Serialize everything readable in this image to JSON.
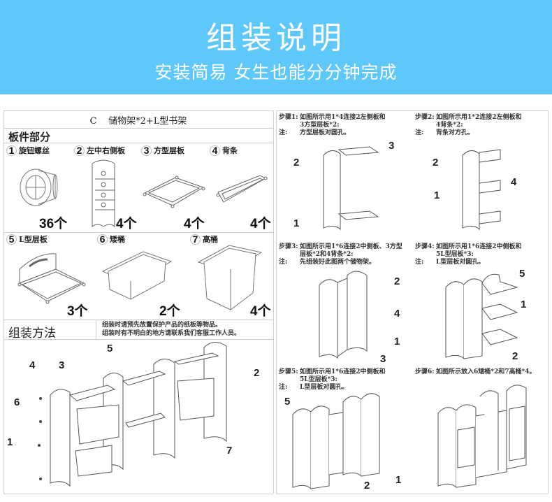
{
  "banner": {
    "title": "组装说明",
    "subtitle": "安装简易 女生也能分分钟完成",
    "background_color": "#5fc8fb"
  },
  "parts_table": {
    "title": "C    储物架*2+L型书架",
    "section_parts": "板件部分",
    "parts": [
      {
        "num": "1",
        "name": "旋钮螺丝",
        "qty": "36个",
        "icon": "knob-screw-icon"
      },
      {
        "num": "2",
        "name": "左中右侧板",
        "qty": "4个",
        "icon": "side-panel-icon"
      },
      {
        "num": "3",
        "name": "方型层板",
        "qty": "4个",
        "icon": "square-shelf-icon"
      },
      {
        "num": "4",
        "name": "背条",
        "qty": "4个",
        "icon": "back-strip-icon"
      },
      {
        "num": "5",
        "name": "L型层板",
        "qty": "3个",
        "icon": "l-shelf-icon"
      },
      {
        "num": "6",
        "name": "矮桶",
        "qty": "2个",
        "icon": "short-bin-icon"
      },
      {
        "num": "7",
        "name": "高桶",
        "qty": "4个",
        "icon": "tall-bin-icon"
      }
    ],
    "section_method": "组装方法",
    "method_notes": [
      "组装时请预先放置保护产品的纸板等物品。",
      "组装时有不明白的地方请联系我们客服工作人员。"
    ],
    "exploded_callouts": [
      "1",
      "2",
      "3",
      "4",
      "5",
      "6",
      "7"
    ]
  },
  "steps": [
    {
      "label": "步骤1:",
      "lines": [
        "如图所示用1*4连接2左侧板和",
        "3方型层板*2:"
      ],
      "note_label": "注:",
      "note": "方型层板对圆孔。",
      "callouts": [
        "2",
        "3",
        "1"
      ]
    },
    {
      "label": "步骤2:",
      "lines": [
        "如图所示用1*2连接2左侧板和",
        "4背条*2:"
      ],
      "note_label": "注:",
      "note": "背条对方孔。",
      "callouts": [
        "2",
        "4",
        "1"
      ]
    },
    {
      "label": "步骤3:",
      "lines": [
        "如图所示用1*6连接2中侧板、3方型",
        "层板*2和4背条*2:"
      ],
      "note_label": "注:",
      "note": "先组装好此图两个储物架。",
      "callouts": [
        "2",
        "4",
        "1",
        "3"
      ]
    },
    {
      "label": "步骤4:",
      "lines": [
        "如图所示用1*6连接2中侧板和",
        "5L型层板*3:"
      ],
      "note_label": "注:",
      "note": "L型层板对圆孔。",
      "callouts": [
        "5",
        "1",
        "2"
      ]
    },
    {
      "label": "步骤5:",
      "lines": [
        "如图所示用1*6连接2中侧板和",
        "5L型层板*3:"
      ],
      "note_label": "注:",
      "note": "L型层板对圆孔。",
      "callouts": [
        "5",
        "2",
        "1"
      ]
    },
    {
      "label": "步骤6:",
      "lines": [
        "如图所示放入6矮桶*2和7高桶*4。"
      ],
      "note_label": "",
      "note": "",
      "callouts": []
    }
  ]
}
